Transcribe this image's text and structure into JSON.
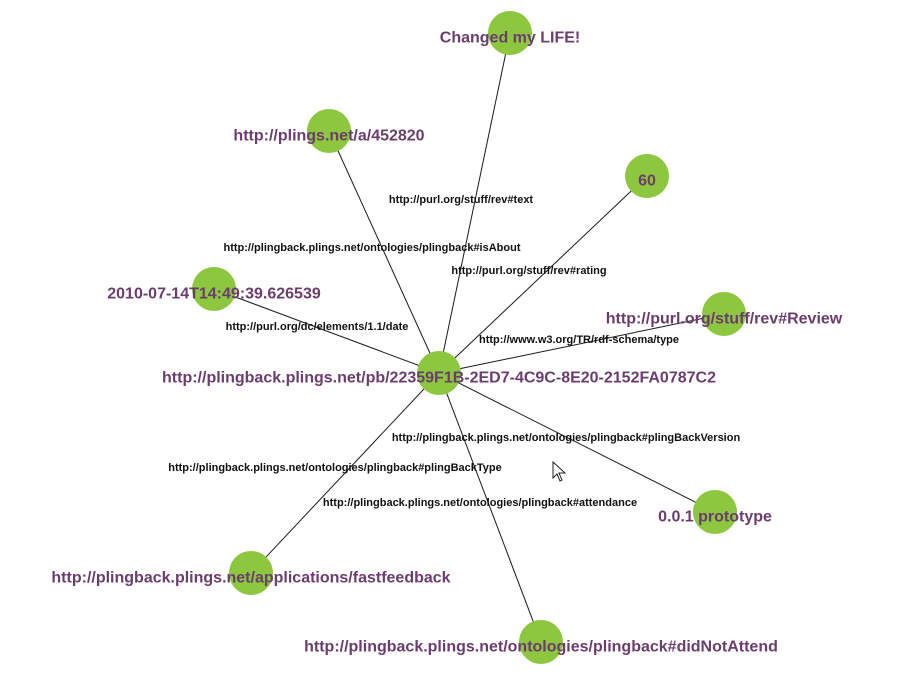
{
  "graph": {
    "colors": {
      "node": "#8dc63f",
      "node_label": "#6b3d6e",
      "edge": "#1a1a1a",
      "edge_label": "#111111"
    },
    "nodes": [
      {
        "id": "center",
        "label": "http://plingback.plings.net/pb/22359F1B-2ED7-4C9C-8E20-2152FA0787C2"
      },
      {
        "id": "text",
        "label": "Changed my LIFE!"
      },
      {
        "id": "about",
        "label": "http://plings.net/a/452820"
      },
      {
        "id": "rating",
        "label": "60"
      },
      {
        "id": "date",
        "label": "2010-07-14T14:49:39.626539"
      },
      {
        "id": "type",
        "label": "http://purl.org/stuff/rev#Review"
      },
      {
        "id": "version",
        "label": "0.0.1 prototype"
      },
      {
        "id": "pbtype",
        "label": "http://plingback.plings.net/applications/fastfeedback"
      },
      {
        "id": "attendance",
        "label": "http://plingback.plings.net/ontologies/plingback#didNotAttend"
      }
    ],
    "edges": [
      {
        "id": "e-text",
        "target": "text",
        "label": "http://purl.org/stuff/rev#text"
      },
      {
        "id": "e-about",
        "target": "about",
        "label": "http://plingback.plings.net/ontologies/plingback#isAbout"
      },
      {
        "id": "e-rating",
        "target": "rating",
        "label": "http://purl.org/stuff/rev#rating"
      },
      {
        "id": "e-date",
        "target": "date",
        "label": "http://purl.org/dc/elements/1.1/date"
      },
      {
        "id": "e-type",
        "target": "type",
        "label": "http://www.w3.org/TR/rdf-schema/type"
      },
      {
        "id": "e-version",
        "target": "version",
        "label": "http://plingback.plings.net/ontologies/plingback#plingBackVersion"
      },
      {
        "id": "e-pbtype",
        "target": "pbtype",
        "label": "http://plingback.plings.net/ontologies/plingback#plingBackType"
      },
      {
        "id": "e-attendance",
        "target": "attendance",
        "label": "http://plingback.plings.net/ontologies/plingback#attendance"
      }
    ]
  }
}
